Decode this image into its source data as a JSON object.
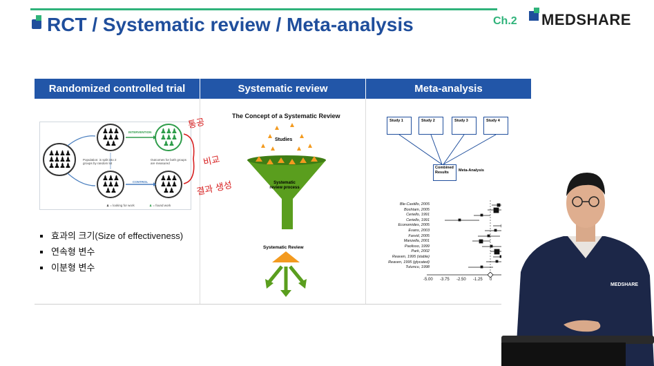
{
  "header": {
    "title": "RCT / Systematic review / Meta-analysis",
    "chapter": "Ch.2",
    "brand": "MEDSHARE"
  },
  "columns": [
    "Randomized controlled trial",
    "Systematic review",
    "Meta-analysis"
  ],
  "rct": {
    "intervention_label": "INTERVENTION",
    "control_label": "CONTROL",
    "population_note": "Population: is split into 2 groups by random lot",
    "outcome_note": "Outcomes for both groups are measured",
    "legend_looking": "= looking for work",
    "legend_found": "= found work",
    "bullets": [
      "효과의 크기(Size of effectiveness)",
      "연속형 변수",
      "이분형 변수"
    ],
    "annotations": [
      "통공",
      "비교",
      "결과 생성"
    ]
  },
  "systematic_review": {
    "title": "The Concept of a Systematic Review",
    "studies_label": "Studies",
    "process_label": "Systematic review process",
    "output_label": "Systematic Review"
  },
  "meta_analysis": {
    "studies": [
      "Study 1",
      "Study 2",
      "Study 3",
      "Study 4"
    ],
    "combined": "Combined Results",
    "label": "Meta-Analysis",
    "forest": {
      "studies": [
        "Ble-Castillo, 2005",
        "Boshtam, 2005",
        "Ceriello, 1991",
        "Ceriello, 1991",
        "Economides, 2005",
        "Evans, 2003",
        "Farvid, 2005",
        "Manzella, 2001",
        "Paolisso, 1999",
        "Park, 2002",
        "Reaven, 1995 (stable)",
        "Reaven, 1995 (glycated)",
        "Tutuncu, 1998"
      ],
      "ticks": [
        "-5.00",
        "-3.75",
        "-2.50",
        "-1.25",
        "0"
      ]
    }
  },
  "colors": {
    "primary": "#2256a8",
    "accent": "#2fb37a",
    "funnel": "#5a9e1e",
    "triangles": "#f39a1f",
    "annotation": "#d72020"
  }
}
